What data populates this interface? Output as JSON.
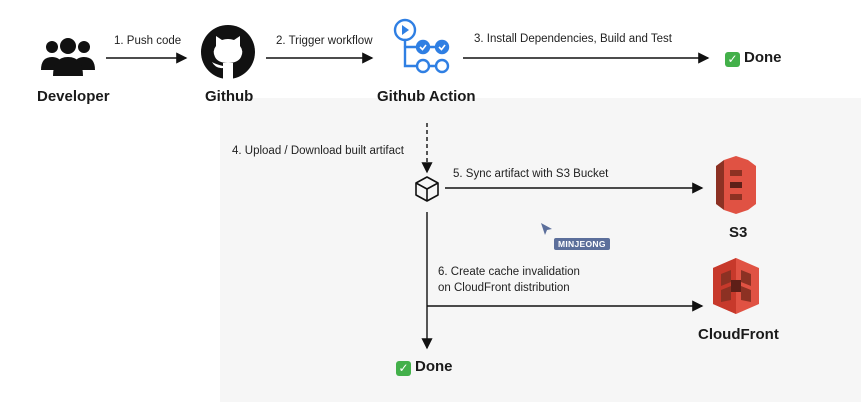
{
  "nodes": {
    "developer": "Developer",
    "github": "Github",
    "github_action": "Github Action",
    "s3": "S3",
    "cloudfront": "CloudFront",
    "done_top": "Done",
    "done_bottom": "Done"
  },
  "edges": {
    "step1": "1. Push code",
    "step2": "2. Trigger workflow",
    "step3": "3. Install Dependencies, Build and Test",
    "step4": "4. Upload / Download built artifact",
    "step5": "5. Sync artifact with S3 Bucket",
    "step6_line1": "6. Create cache invalidation",
    "step6_line2": "on CloudFront distribution"
  },
  "cursor": {
    "label": "MINJEONG"
  },
  "icons": {
    "developer": "users-icon",
    "github": "github-octocat-icon",
    "github_action": "github-actions-icon",
    "artifact": "cube-icon",
    "s3": "aws-s3-icon",
    "cloudfront": "aws-cloudfront-icon",
    "check": "check-mark-icon"
  },
  "colors": {
    "aws_orange": "#e05243",
    "actions_blue": "#2f7fe3",
    "check_green": "#43b04a"
  }
}
